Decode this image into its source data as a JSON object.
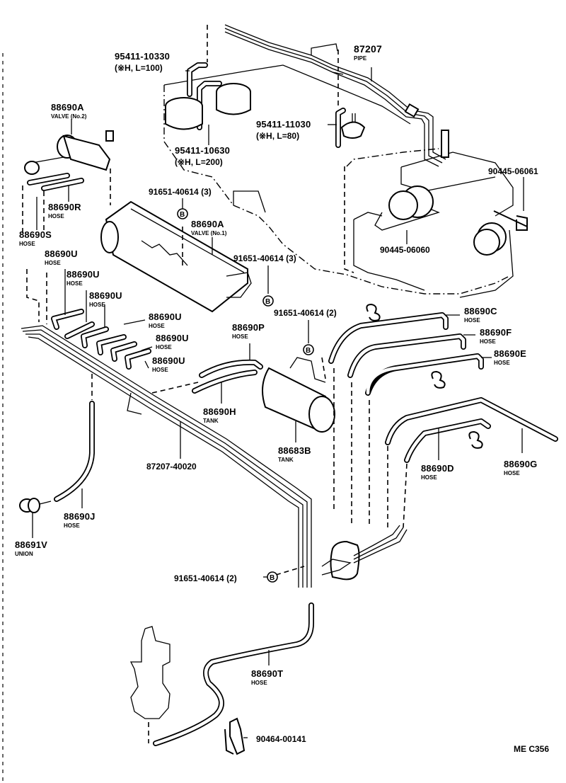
{
  "diagram": {
    "type": "parts-exploded-view",
    "figure_code": "ME C356",
    "bolt_marker": "B",
    "parts": [
      {
        "id": "p1",
        "number": "95411-10330",
        "note": "(※H, L=100)"
      },
      {
        "id": "p2",
        "number": "87207",
        "name": "PIPE"
      },
      {
        "id": "p3",
        "number": "88690A",
        "name": "VALVE (No.2)"
      },
      {
        "id": "p4",
        "number": "95411-11030",
        "note": "(※H, L=80)"
      },
      {
        "id": "p5",
        "number": "95411-10630",
        "note": "(※H, L=200)"
      },
      {
        "id": "p6",
        "number": "90445-06061"
      },
      {
        "id": "p7",
        "number": "91651-40614 (3)"
      },
      {
        "id": "p8",
        "number": "88690R",
        "name": "HOSE"
      },
      {
        "id": "p9",
        "number": "88690A",
        "name": "VALVE (No.1)"
      },
      {
        "id": "p10",
        "number": "88690S",
        "name": "HOSE"
      },
      {
        "id": "p11",
        "number": "90445-06060"
      },
      {
        "id": "p12",
        "number": "88690U",
        "name": "HOSE"
      },
      {
        "id": "p13",
        "number": "91651-40614 (3)"
      },
      {
        "id": "p14",
        "number": "88690U",
        "name": "HOSE"
      },
      {
        "id": "p15",
        "number": "88690U",
        "name": "HOSE"
      },
      {
        "id": "p16",
        "number": "91651-40614 (2)"
      },
      {
        "id": "p17",
        "number": "88690C",
        "name": "HOSE"
      },
      {
        "id": "p18",
        "number": "88690U",
        "name": "HOSE"
      },
      {
        "id": "p19",
        "number": "88690P",
        "name": "HOSE"
      },
      {
        "id": "p20",
        "number": "88690F",
        "name": "HOSE"
      },
      {
        "id": "p21",
        "number": "88690U",
        "name": "HOSE"
      },
      {
        "id": "p22",
        "number": "88690E",
        "name": "HOSE"
      },
      {
        "id": "p23",
        "number": "88690U",
        "name": "HOSE"
      },
      {
        "id": "p24",
        "number": "88690H",
        "name": "TANK"
      },
      {
        "id": "p25",
        "number": "88683B",
        "name": "TANK"
      },
      {
        "id": "p26",
        "number": "88690D",
        "name": "HOSE"
      },
      {
        "id": "p27",
        "number": "88690G",
        "name": "HOSE"
      },
      {
        "id": "p28",
        "number": "87207-40020"
      },
      {
        "id": "p29",
        "number": "88690J",
        "name": "HOSE"
      },
      {
        "id": "p30",
        "number": "88691V",
        "name": "UNION"
      },
      {
        "id": "p31",
        "number": "91651-40614 (2)"
      },
      {
        "id": "p32",
        "number": "88690T",
        "name": "HOSE"
      },
      {
        "id": "p33",
        "number": "90464-00141"
      }
    ]
  }
}
